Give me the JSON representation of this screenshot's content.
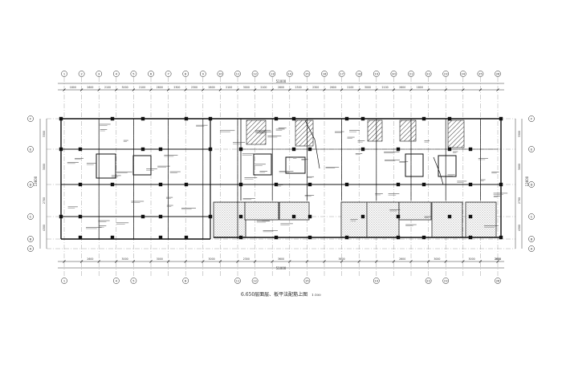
{
  "drawing": {
    "caption": "6.650层面层、板平法配筋上图",
    "scale": "1:100",
    "total_dimension": "51000",
    "grid_labels_top": [
      "1",
      "2",
      "3",
      "4",
      "5",
      "6",
      "7",
      "8",
      "9",
      "10",
      "11",
      "12",
      "13",
      "14",
      "15",
      "16",
      "17",
      "18",
      "19",
      "20",
      "21",
      "22",
      "23",
      "24",
      "25",
      "26"
    ],
    "grid_labels_bottom": [
      "1",
      "4",
      "5",
      "8",
      "11",
      "12",
      "15",
      "19",
      "22",
      "23",
      "26"
    ],
    "grid_labels_left": [
      "F",
      "E",
      "D",
      "C",
      "B",
      "A"
    ],
    "grid_labels_right": [
      "F",
      "E",
      "D",
      "C",
      "B",
      "A"
    ],
    "dims_top": [
      "1800",
      "2600",
      "2100",
      "3000",
      "2100",
      "2600",
      "2300",
      "2300",
      "2600",
      "2100",
      "3000",
      "2100",
      "2600",
      "2300",
      "2300",
      "2600",
      "2100",
      "3000",
      "2100",
      "2600",
      "1800"
    ],
    "dims_bottom": [
      "2600",
      "3000",
      "3000",
      "3000",
      "2300",
      "3600",
      "3600",
      "2600",
      "3000",
      "3000",
      "3000",
      "2600"
    ],
    "dims_left": [
      "3300",
      "3000",
      "2700",
      "4300"
    ],
    "dims_right": [
      "3300",
      "3000",
      "2700",
      "4300"
    ],
    "overall_height": "13600"
  }
}
